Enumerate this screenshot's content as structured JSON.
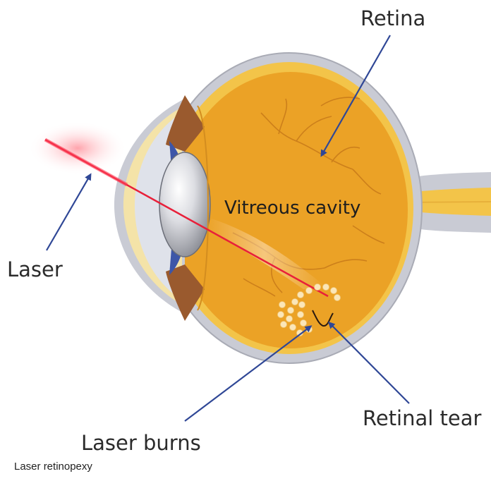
{
  "diagram": {
    "labels": {
      "retina": "Retina",
      "vitreous_cavity": "Vitreous cavity",
      "laser": "Laser",
      "laser_burns": "Laser burns",
      "retinal_tear": "Retinal tear"
    },
    "colors": {
      "vitreous": "#eba226",
      "sclera": "#c9cbd4",
      "retina_band": "#f3c449",
      "arrow": "#2f4796",
      "laser_beam": "#e8203a",
      "lens": "#d8dadf",
      "iris": "#9a5a2e",
      "burn_spots": "#fbe6b8"
    }
  },
  "caption": "Laser retinopexy"
}
